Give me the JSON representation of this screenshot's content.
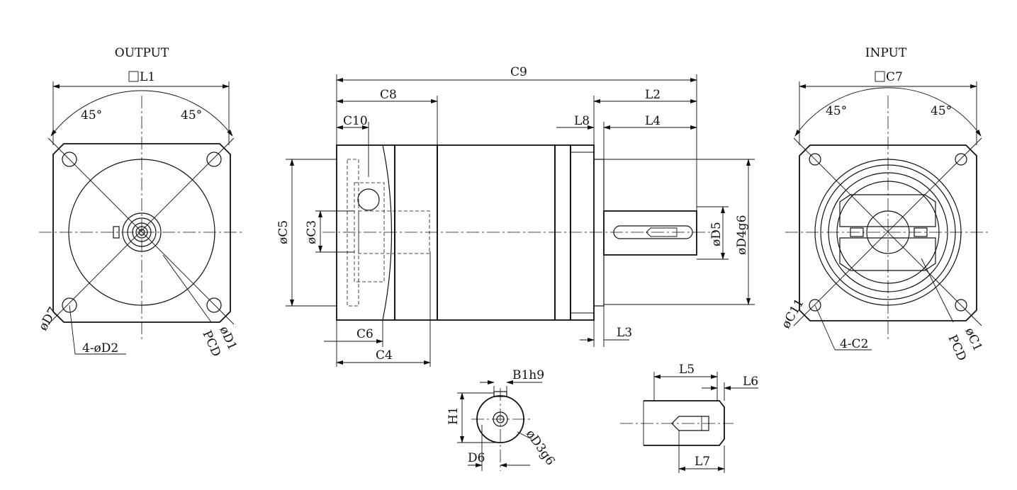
{
  "views": {
    "output": {
      "title": "OUTPUT",
      "square_label": "L1",
      "angle_left": "45°",
      "angle_right": "45°",
      "hole_dia": "øD7",
      "holes": "4-øD2",
      "pcd": "PCD",
      "pcd_dia": "øD1"
    },
    "input": {
      "title": "INPUT",
      "square_label": "C7",
      "angle_left": "45°",
      "angle_right": "45°",
      "hole_dia": "øC11",
      "holes": "4-C2",
      "pcd": "PCD",
      "pcd_dia": "øC1"
    },
    "side": {
      "overall": "C9",
      "c8": "C8",
      "c10": "C10",
      "l2": "L2",
      "l8": "L8",
      "l4": "L4",
      "c5": "øC5",
      "c3": "øC3",
      "d5": "øD5",
      "d4": "øD4g6",
      "c6": "C6",
      "c4": "C4",
      "l3": "L3"
    },
    "section": {
      "key_width": "B1h9",
      "height": "H1",
      "shaft_dia": "øD3g6",
      "depth": "D6"
    },
    "shaft_detail": {
      "l5": "L5",
      "l6": "L6",
      "l7": "L7"
    }
  }
}
